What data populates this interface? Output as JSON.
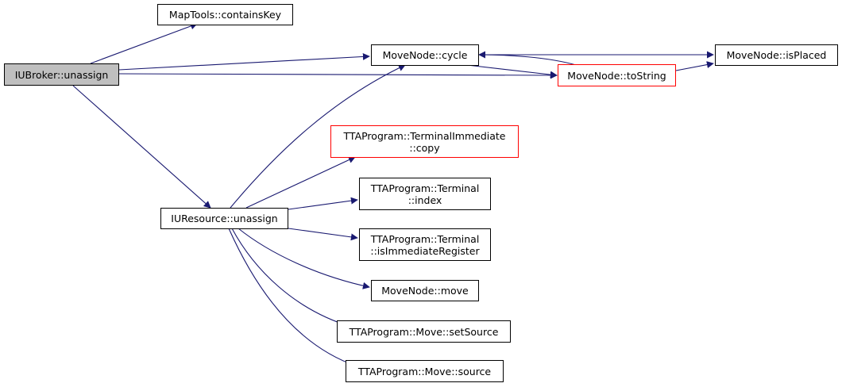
{
  "colors": {
    "edge": "#191970",
    "root_fill": "#bfbfbf",
    "red_border": "#ff0000",
    "border": "#000000"
  },
  "nodes": {
    "iubroker_unassign": {
      "lines": [
        "IUBroker::unassign"
      ]
    },
    "maptools_containskey": {
      "lines": [
        "MapTools::containsKey"
      ]
    },
    "movenode_cycle": {
      "lines": [
        "MoveNode::cycle"
      ]
    },
    "movenode_isplaced": {
      "lines": [
        "MoveNode::isPlaced"
      ]
    },
    "movenode_tostring": {
      "lines": [
        "MoveNode::toString"
      ]
    },
    "terminalimmediate_copy": {
      "lines": [
        "TTAProgram::TerminalImmediate",
        "::copy"
      ]
    },
    "terminal_index": {
      "lines": [
        "TTAProgram::Terminal",
        "::index"
      ]
    },
    "iuresource_unassign": {
      "lines": [
        "IUResource::unassign"
      ]
    },
    "terminal_isimmediateregister": {
      "lines": [
        "TTAProgram::Terminal",
        "::isImmediateRegister"
      ]
    },
    "movenode_move": {
      "lines": [
        "MoveNode::move"
      ]
    },
    "move_setsource": {
      "lines": [
        "TTAProgram::Move::setSource"
      ]
    },
    "move_source": {
      "lines": [
        "TTAProgram::Move::source"
      ]
    }
  }
}
